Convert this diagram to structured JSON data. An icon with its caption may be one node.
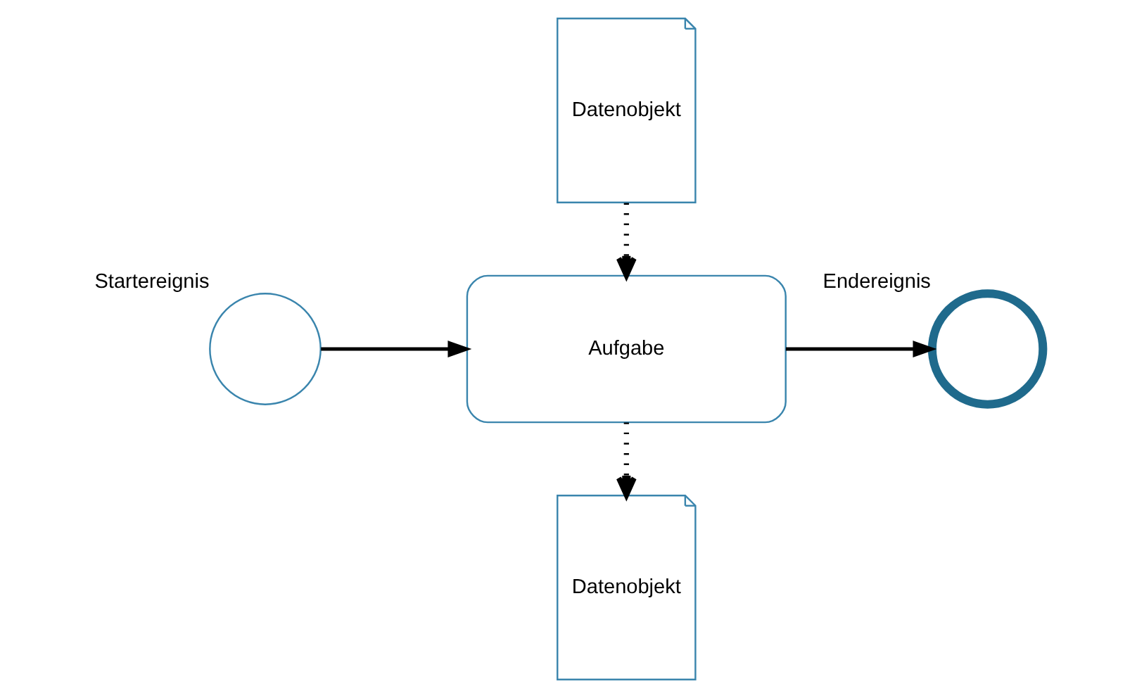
{
  "diagram": {
    "nodes": [
      {
        "text": [
          "Datenobjekt"
        ]
      },
      {
        "text": [],
        "shape": "circle",
        "beside": [
          "Startereignis"
        ]
      },
      {
        "text": [
          "Aufgabe"
        ]
      },
      {
        "text": [],
        "shape": "circle",
        "beside": [
          "Endereignis"
        ]
      },
      {
        "text": [
          "Datenobjekt"
        ]
      }
    ],
    "edges": [
      {
        "from": 1,
        "to": 2,
        "arrow": "to"
      },
      {
        "from": 2,
        "to": 3,
        "arrow": "to"
      },
      {
        "from": 0,
        "to": 2,
        "arrow": "to",
        "style": "dashed"
      },
      {
        "from": 2,
        "to": 4,
        "arrow": "to",
        "style": "dashed"
      }
    ]
  }
}
